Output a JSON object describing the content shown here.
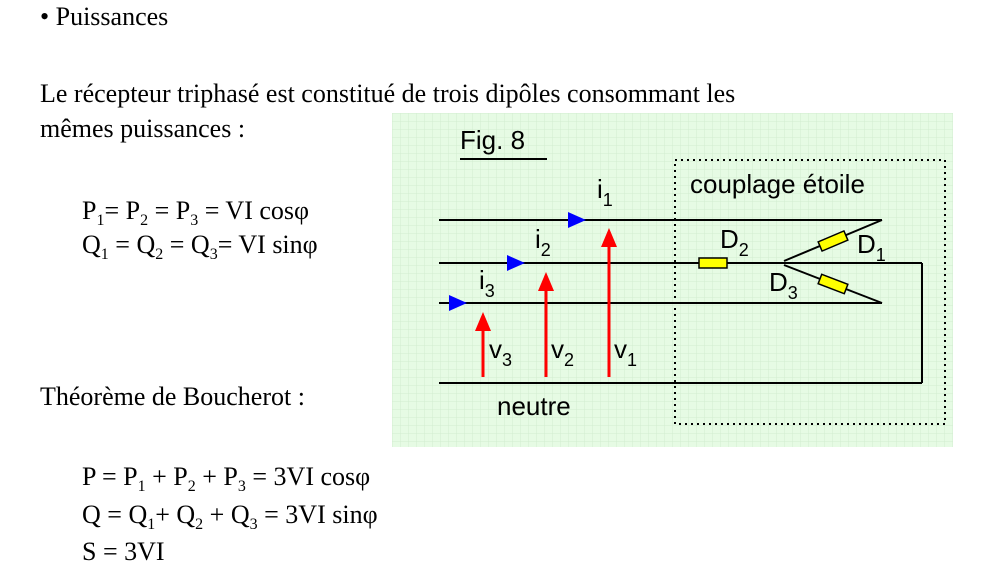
{
  "colors": {
    "figure_bg": "#e6fbe4",
    "grid": "#d2ecd0",
    "current_arrow": "#0000ff",
    "voltage_arrow": "#ff0000",
    "resistor_fill": "#ffff00"
  },
  "section": {
    "bullet": "•",
    "title": "Puissances"
  },
  "intro": {
    "line1": "Le récepteur triphasé est constitué de trois dipôles consommant les",
    "line2": "mêmes puissances :"
  },
  "eq1": {
    "P": "P",
    "i1": "1",
    "eq": "= ",
    "i2": "2",
    "eq2": " = P",
    "i3": "3",
    "rhs": " = VI cosφ"
  },
  "eq2": {
    "Q": "Q",
    "i1": "1",
    "eq": " = Q",
    "i2": "2",
    "eq2": " = Q",
    "i3": "3",
    "rhs": "= VI sinφ"
  },
  "theorem": "Théorème de Boucherot :",
  "eqP": {
    "lhs": "P = P",
    "i1": "1",
    "p2": " + P",
    "i2": "2",
    "p3": " + P",
    "i3": "3",
    "rhs": "  = 3VI cosφ"
  },
  "eqQ": {
    "lhs": "Q = Q",
    "i1": "1",
    "p2": "+ Q",
    "i2": "2",
    "p3": " + Q",
    "i3": "3",
    "rhs": " = 3VI sinφ"
  },
  "eqS": "S = 3VI",
  "figure": {
    "title": "Fig. 8",
    "coupling_label": "couplage étoile",
    "neutral_label": "neutre",
    "currents": [
      {
        "sym": "i",
        "idx": "1"
      },
      {
        "sym": "i",
        "idx": "2"
      },
      {
        "sym": "i",
        "idx": "3"
      }
    ],
    "voltages": [
      {
        "sym": "v",
        "idx": "1"
      },
      {
        "sym": "v",
        "idx": "2"
      },
      {
        "sym": "v",
        "idx": "3"
      }
    ],
    "dipoles": [
      {
        "sym": "D",
        "idx": "1"
      },
      {
        "sym": "D",
        "idx": "2"
      },
      {
        "sym": "D",
        "idx": "3"
      }
    ]
  }
}
